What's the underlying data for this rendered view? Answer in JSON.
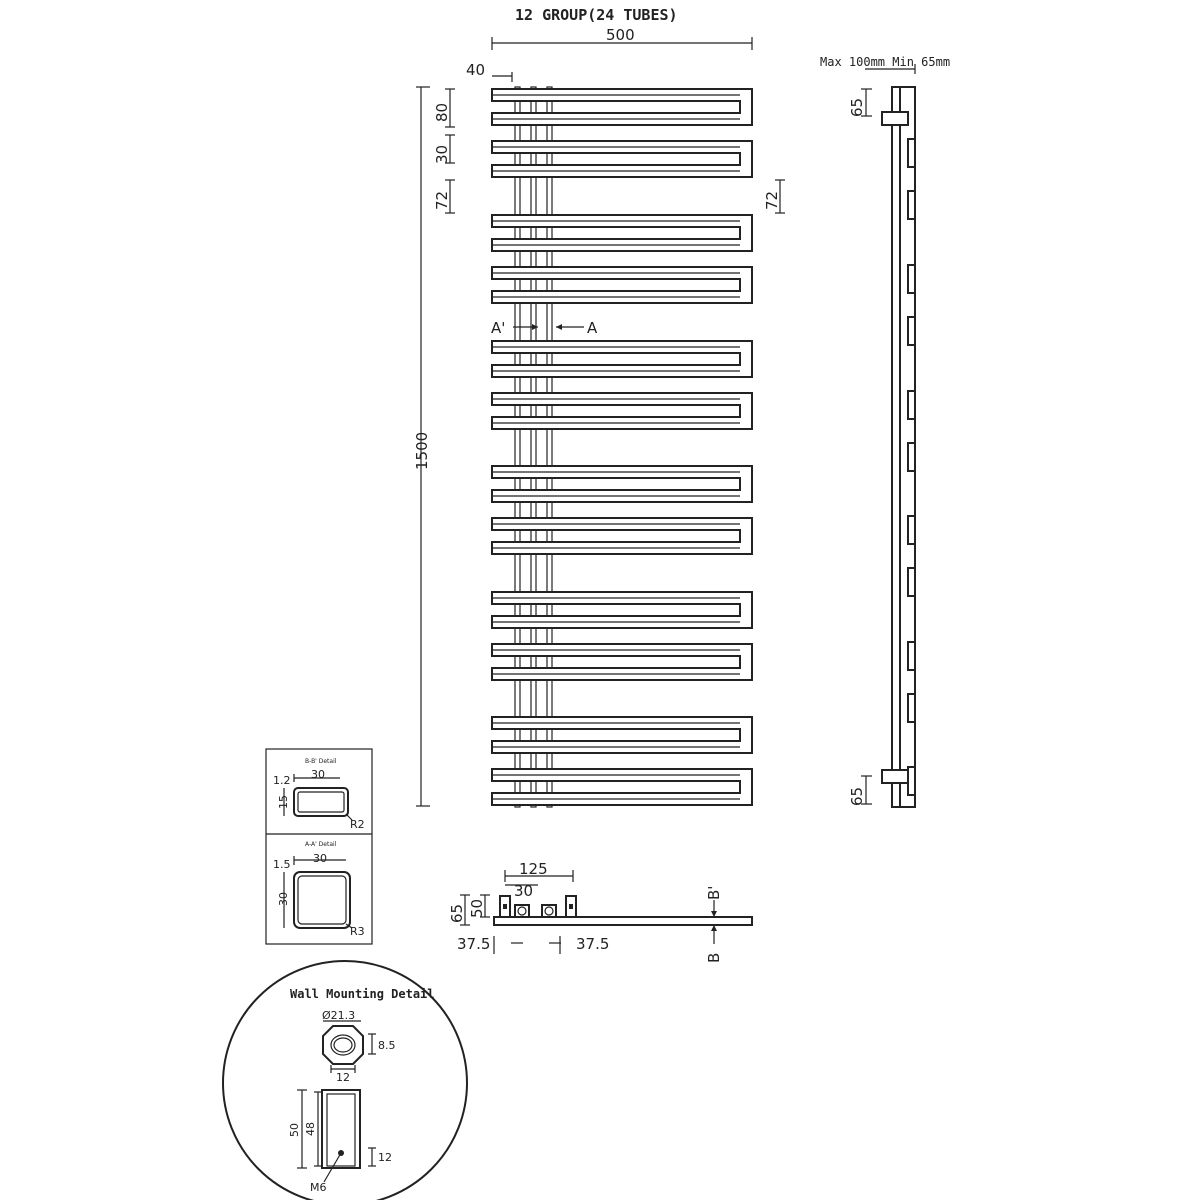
{
  "front_view": {
    "title": "12 GROUP(24 TUBES)",
    "width_label": "500",
    "offset_label": "40",
    "height_label": "1500",
    "top_gap_label": "80",
    "tube_gap_label": "30",
    "group_gap_left_label": "72",
    "group_gap_right_label": "72",
    "section_a_prime_label": "A'",
    "section_a_label": "A",
    "group_count": 12
  },
  "side_view": {
    "title": "Max 100mm Min 65mm",
    "top_dim_label": "65",
    "bottom_dim_label": "65"
  },
  "bottom_view": {
    "center_label": "125",
    "pipe_label": "30",
    "depth_label": "65",
    "bracket_label": "50",
    "left_offset_label": "37.5",
    "right_offset_label": "37.5",
    "section_b_prime_label": "B'",
    "section_b_label": "B"
  },
  "bb_detail": {
    "title": "B-B' Detail",
    "wall_label": "1.2",
    "width_label": "30",
    "height_label": "15",
    "radius_label": "R2"
  },
  "aa_detail": {
    "title": "A-A' Detail",
    "wall_label": "1.5",
    "width_label": "30",
    "height_label": "30",
    "radius_label": "R3"
  },
  "wall_mount": {
    "title": "Wall Mounting Detail",
    "diameter_label": "Ø21.3",
    "thickness_label": "8.5",
    "nut_width_label": "12",
    "outer_height_label": "50",
    "inner_height_label": "48",
    "screw_offset_label": "12",
    "screw_label": "M6"
  }
}
